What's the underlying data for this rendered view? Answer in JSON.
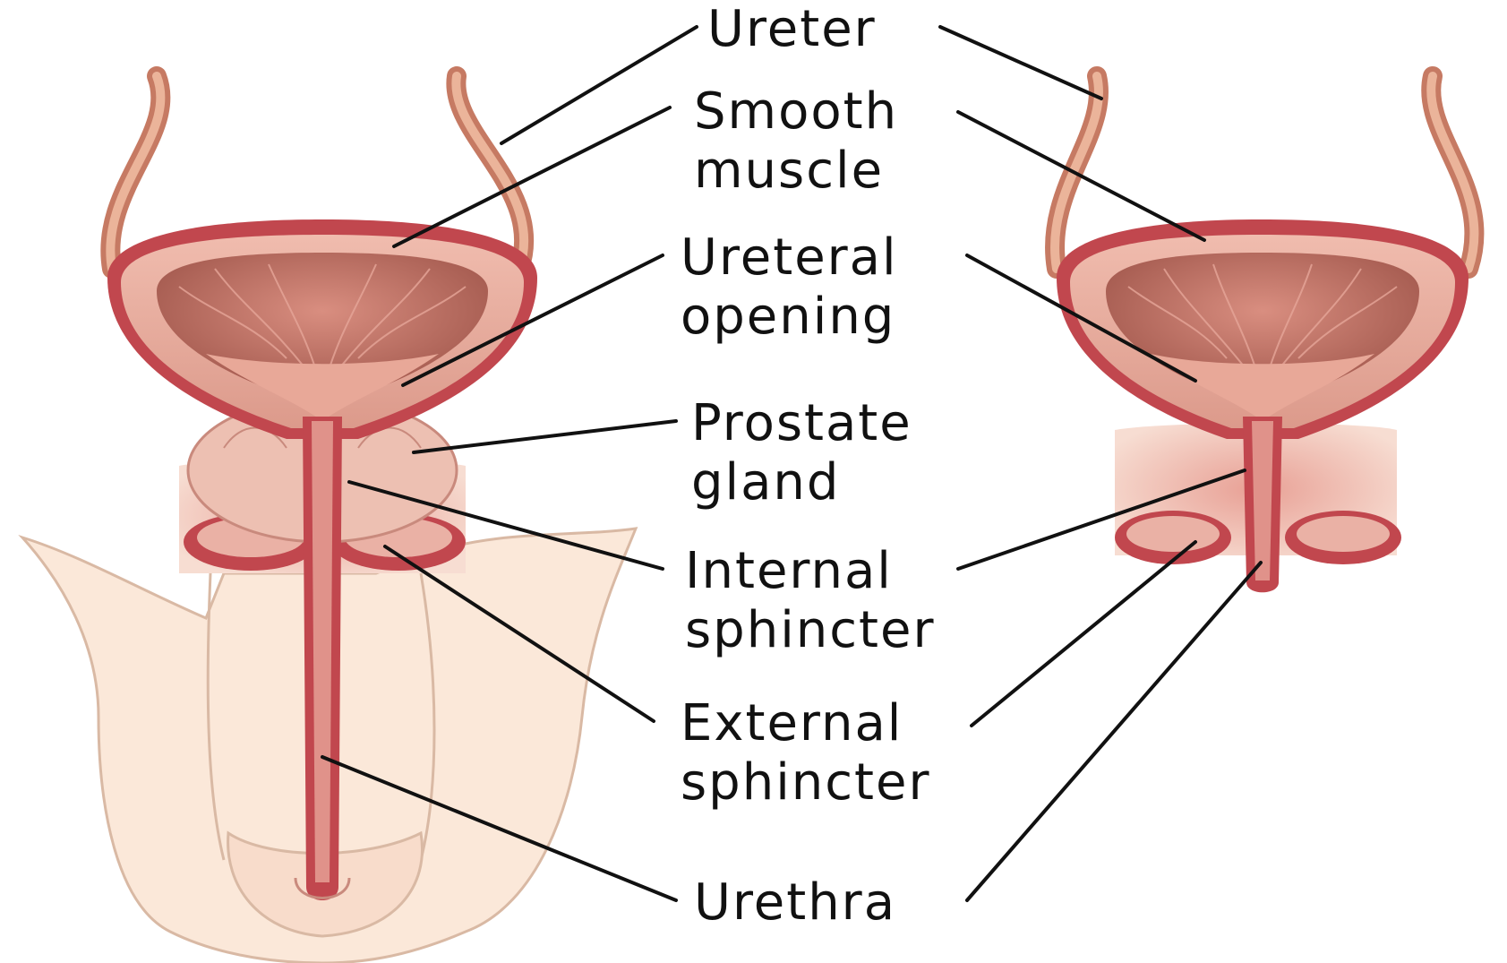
{
  "labels": {
    "ureter": "Ureter",
    "smooth_muscle": [
      "Smooth",
      "muscle"
    ],
    "ureteral_opening": [
      "Ureteral",
      "opening"
    ],
    "prostate_gland": [
      "Prostate",
      "gland"
    ],
    "internal_sphincter": [
      "Internal",
      "sphincter"
    ],
    "external_sphincter": [
      "External",
      "sphincter"
    ],
    "urethra": "Urethra"
  },
  "colors": {
    "tissue_outer": "#c1474e",
    "tissue_wall": "#e7aca0",
    "tissue_inner": "#b86a5f",
    "tissue_light": "#f1c6b7",
    "skin": "#fbe8d9",
    "skin_outline": "#d9b9a4",
    "leader_line": "#111111"
  }
}
